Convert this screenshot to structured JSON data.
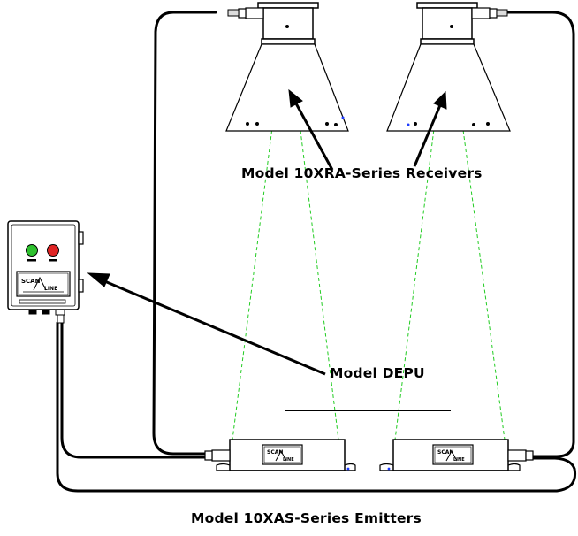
{
  "labels": {
    "receivers": "Model 10XRA-Series Receivers",
    "depu": "Model DEPU",
    "emitters": "Model 10XAS-Series Emitters"
  },
  "logo": {
    "line1": "SCAN",
    "line2": "LINE"
  },
  "colors": {
    "beam": "#22cc22",
    "green_button": "#2ec12e",
    "red_button": "#e02424",
    "line": "#000000",
    "accent_dot": "#1e3cff"
  }
}
